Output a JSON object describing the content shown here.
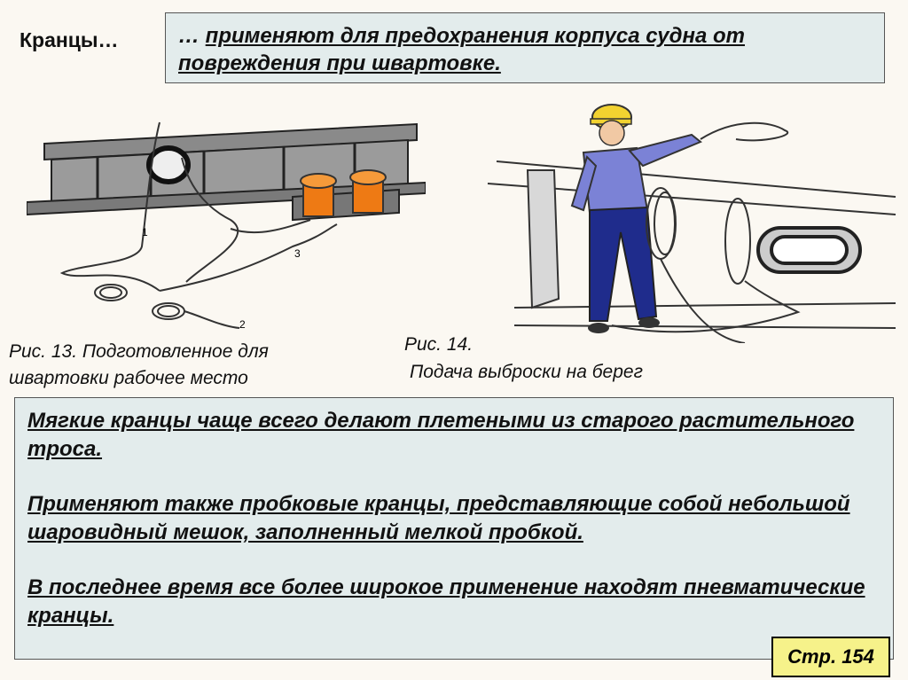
{
  "title_word": "Кранцы…",
  "definition": {
    "prefix": "… ",
    "text": "применяют для предохранения корпуса судна от повреждения при швартовке."
  },
  "figures": {
    "fig13_caption": "Рис. 13. Подготовленное для швартовки рабочее место",
    "fig14_caption_line1": "Рис. 14.",
    "fig14_caption_line2": "Подача выброски на берег",
    "fig13_labels": [
      "1",
      "2",
      "3"
    ]
  },
  "paragraphs": [
    "Мягкие кранцы чаще всего делают плетеными из старого растительного троса.",
    "Применяют также пробковые кранцы, представляющие собой небольшой шаровидный мешок, заполненный мелкой пробкой.",
    "В последнее время все более широкое применение находят пневматические кранцы."
  ],
  "page_ref": "Стр. 154"
}
